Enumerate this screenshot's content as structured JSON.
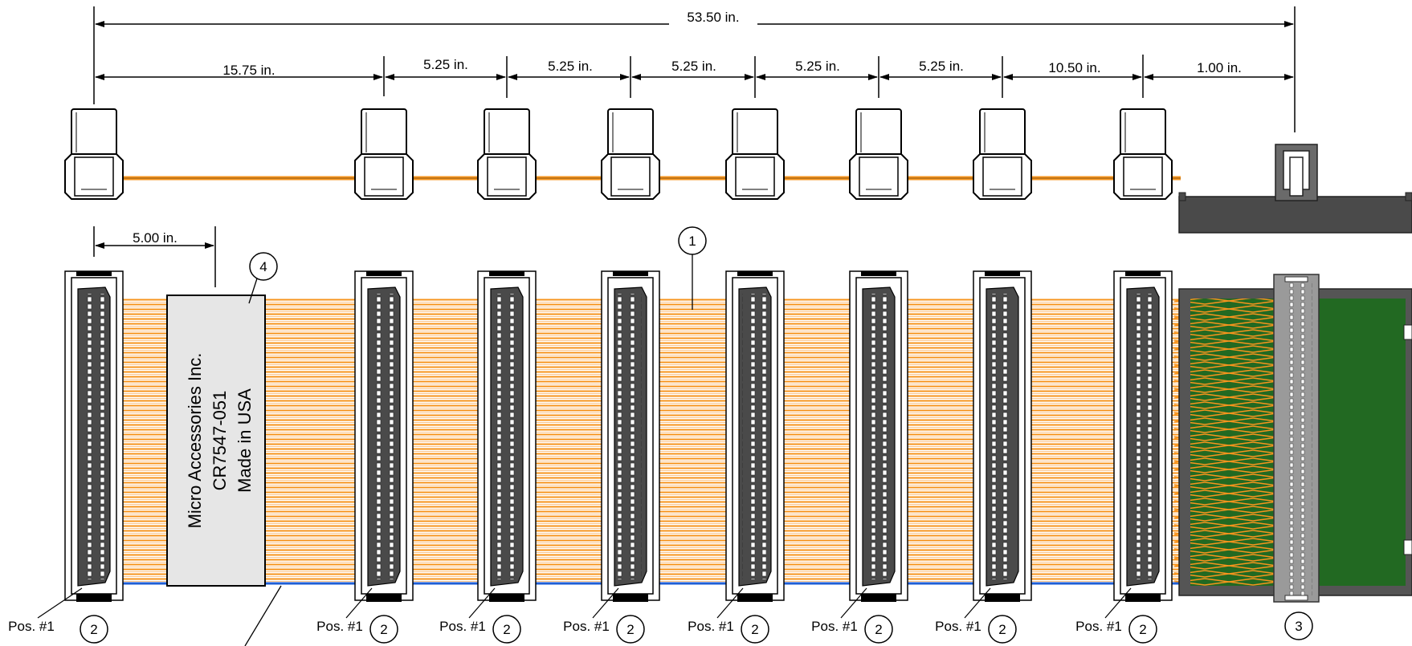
{
  "dimensions": {
    "overall": "53.50 in.",
    "segments": [
      "15.75 in.",
      "5.25 in.",
      "5.25 in.",
      "5.25 in.",
      "5.25 in.",
      "5.25 in.",
      "10.50 in.",
      "1.00 in."
    ],
    "label_offset": "5.00 in."
  },
  "label": {
    "lines": [
      "Micro Accessories Inc.",
      "CR7547-051",
      "Made in USA"
    ]
  },
  "callouts": {
    "cable": "1",
    "connector": "2",
    "board_connector": "3",
    "label": "4"
  },
  "pin_one_label": "Pos. #1",
  "colors": {
    "wire": "#f7941d",
    "wire_light": "#fbc48a",
    "stripe": "#1f5fd6",
    "connector_body": "#4a4a4a",
    "connector_shell": "#ffffff",
    "board": "#1e6b1e",
    "board_frame": "#555555",
    "header": "#9a9a9a"
  }
}
